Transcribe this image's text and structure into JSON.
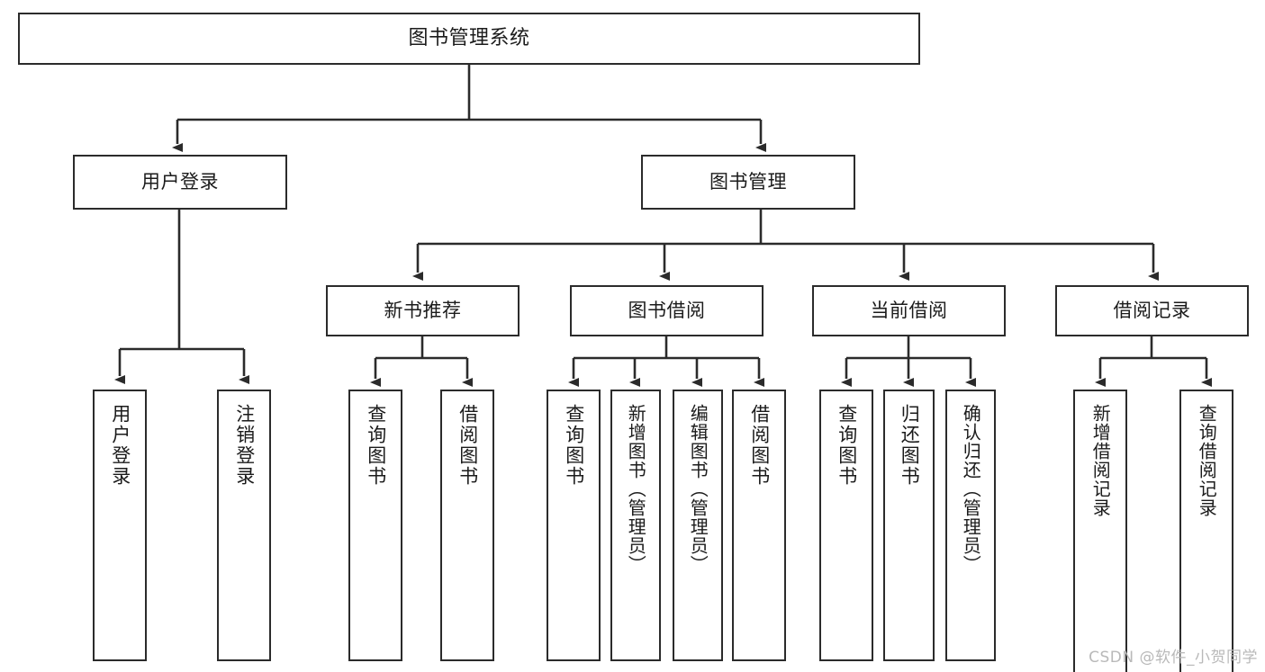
{
  "diagram": {
    "title": "图书管理系统",
    "type": "tree",
    "watermark": "CSDN @软件_小贺同学",
    "root": {
      "label": "图书管理系统"
    },
    "level2": [
      {
        "label": "用户登录"
      },
      {
        "label": "图书管理"
      }
    ],
    "level3": [
      {
        "label": "新书推荐"
      },
      {
        "label": "图书借阅"
      },
      {
        "label": "当前借阅"
      },
      {
        "label": "借阅记录"
      }
    ],
    "leaves_user_login": [
      {
        "label": "用户登录"
      },
      {
        "label": "注销登录"
      }
    ],
    "leaves_new_book": [
      {
        "label": "查询图书"
      },
      {
        "label": "借阅图书"
      }
    ],
    "leaves_borrow": [
      {
        "label": "查询图书"
      },
      {
        "label": "新增图书（管理员）"
      },
      {
        "label": "编辑图书（管理员）"
      },
      {
        "label": "借阅图书"
      }
    ],
    "leaves_current": [
      {
        "label": "查询图书"
      },
      {
        "label": "归还图书"
      },
      {
        "label": "确认归还（管理员）"
      }
    ],
    "leaves_records": [
      {
        "label": "新增借阅记录"
      },
      {
        "label": "查询借阅记录"
      }
    ]
  },
  "colors": {
    "stroke": "#2b2b2b",
    "fill": "#ffffff",
    "text": "#1b1b1b",
    "watermark": "#b9b9b9"
  }
}
